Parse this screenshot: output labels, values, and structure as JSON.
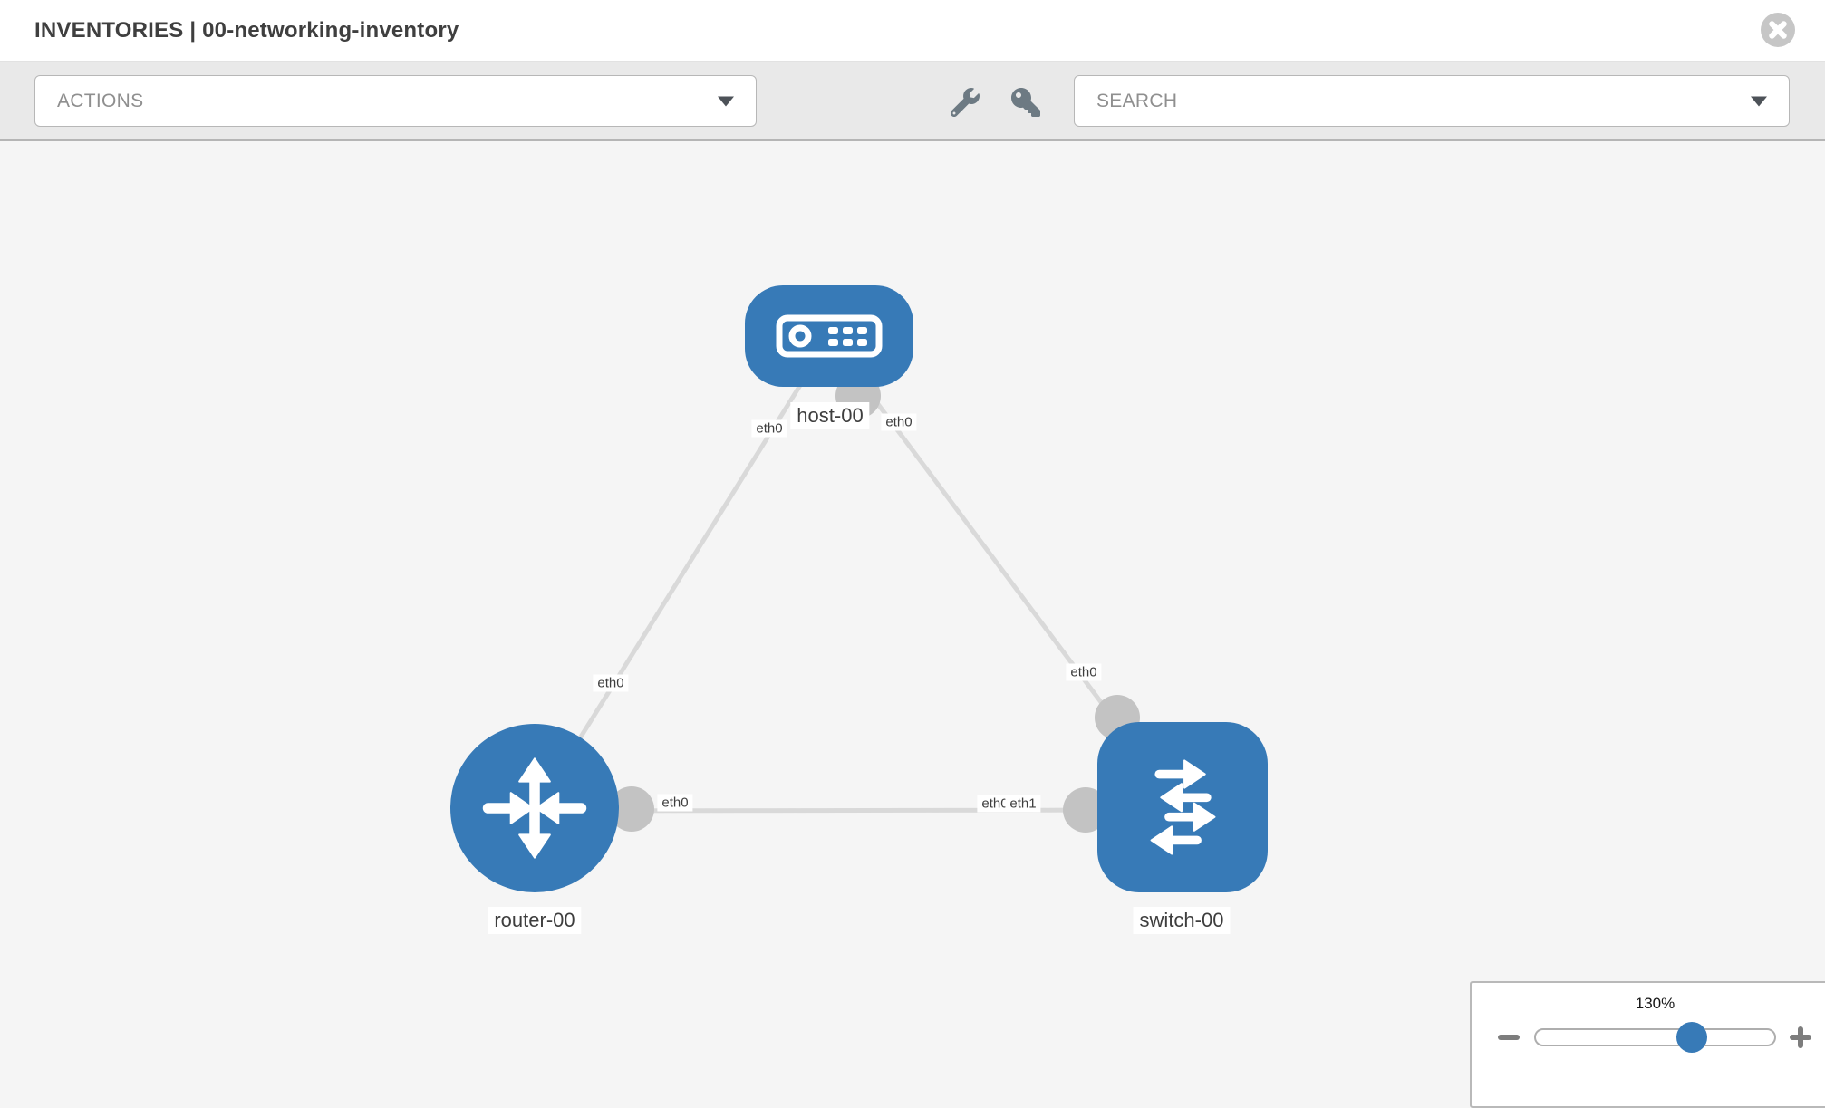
{
  "header": {
    "title": "INVENTORIES | 00-networking-inventory",
    "close_icon": "times-circle"
  },
  "toolbar": {
    "actions_label": "ACTIONS",
    "search_label": "SEARCH",
    "icons": [
      "wrench-icon",
      "key-icon",
      "caret-down-icon"
    ]
  },
  "topology": {
    "nodes": [
      {
        "id": "host-00",
        "type": "host",
        "label": "host-00"
      },
      {
        "id": "router-00",
        "type": "router",
        "label": "router-00"
      },
      {
        "id": "switch-00",
        "type": "switch",
        "label": "switch-00"
      }
    ],
    "links": [
      {
        "from": "host-00",
        "from_interface": "eth0",
        "to": "router-00",
        "to_interface": "eth0"
      },
      {
        "from": "host-00",
        "from_interface": "eth0",
        "to": "switch-00",
        "to_interface": "eth0"
      },
      {
        "from": "router-00",
        "from_interface": "eth0",
        "to": "switch-00",
        "to_interface": "eth1",
        "to_interface_overlapped": "eth0"
      }
    ]
  },
  "zoom_control": {
    "level": "130%",
    "slider_value_pct": 64,
    "zoom_out_icon": "minus",
    "zoom_in_icon": "plus"
  },
  "colors": {
    "node_blue": "#377ab7",
    "link_gray": "#d9d9d9",
    "connector_gray": "#c3c3c3",
    "toolbar_gray": "#e9e9e9",
    "canvas_gray": "#f5f5f5"
  }
}
